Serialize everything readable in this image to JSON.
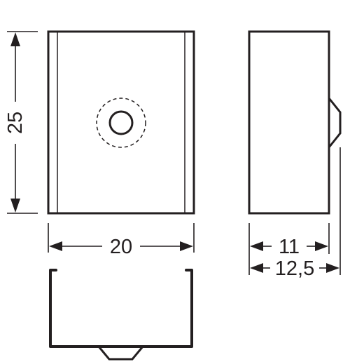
{
  "dimensions": {
    "height": "25",
    "width": "20",
    "depth": "11",
    "depth_total": "12,5"
  },
  "colors": {
    "line": "#231f20",
    "background": "#ffffff"
  }
}
